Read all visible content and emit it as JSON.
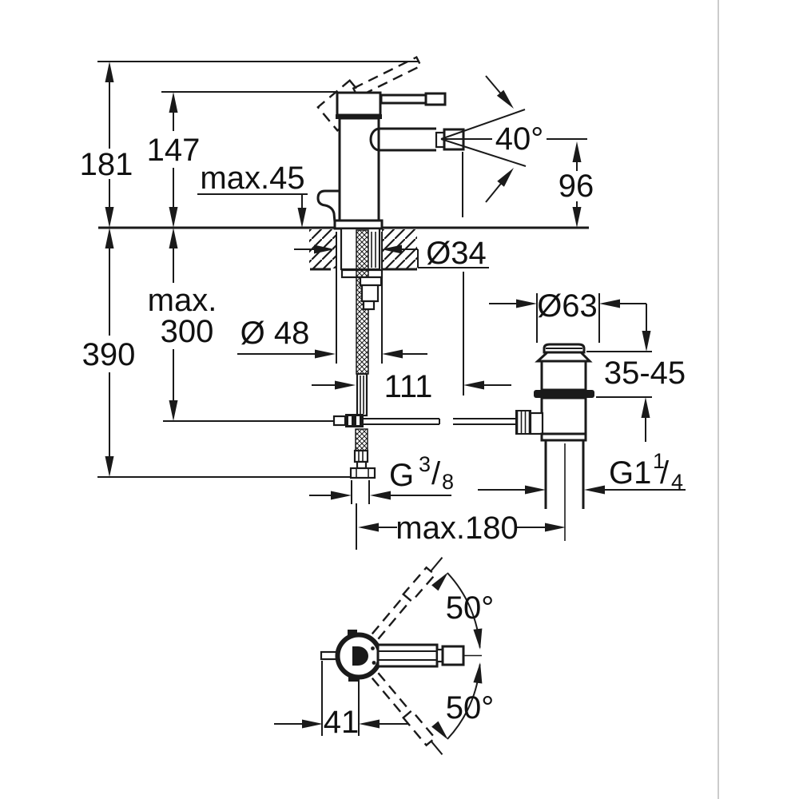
{
  "drawing": {
    "title": "bidet-mixer-technical-dimension-drawing",
    "type": "installation dimension diagram",
    "units": "mm"
  },
  "labels": {
    "total_height": "181",
    "body_height": "147",
    "deck_max": "max.45",
    "spray_angle": "40°",
    "spout_height": "96",
    "shank_dia": "Ø34",
    "hose_max_word": "max.",
    "hose_max_value": "300",
    "base_dia": "Ø 48",
    "spout_reach": "111",
    "waste_dia": "Ø63",
    "deck_range": "35-45",
    "install_height": "390",
    "hose_thread_g": "G",
    "hose_thread_num": "3",
    "hose_thread_slash": "/",
    "hose_thread_den": "8",
    "waste_thread_g": "G1",
    "waste_thread_num": "1",
    "waste_thread_slash": "/",
    "waste_thread_den": "4",
    "rod_reach": "max.180",
    "swing_upper": "50°",
    "swing_lower": "50°",
    "handle_offset": "41"
  },
  "colors": {
    "line": "#1a1a1a",
    "background": "#ffffff",
    "divider": "#cccccc"
  }
}
